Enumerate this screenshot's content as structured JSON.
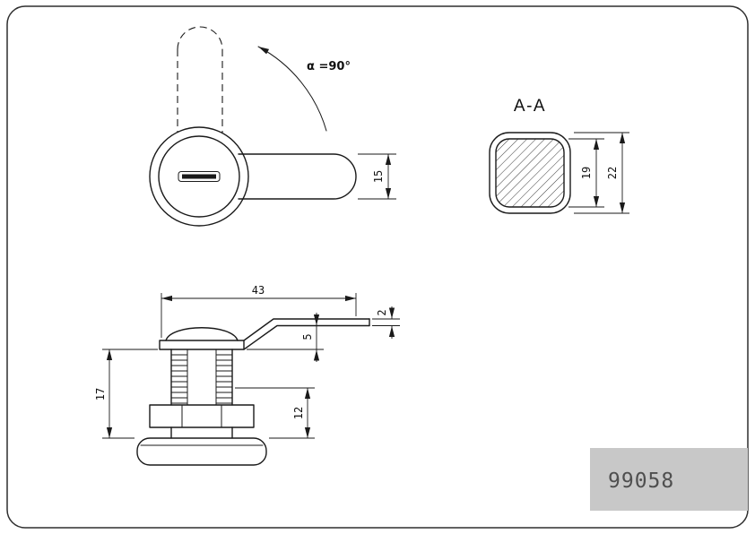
{
  "frame": {
    "background": "#ffffff",
    "border_color": "#2f2f2f"
  },
  "title_block": {
    "part_number": "99058",
    "bg": "#c8c8c8",
    "text_color": "#4f4f4f"
  },
  "front_view": {
    "angle_label": "α =90°",
    "dim_cam_width": "15"
  },
  "section_view": {
    "label": "A-A",
    "dim_core": "19",
    "dim_body": "22"
  },
  "side_view": {
    "dim_total_length": "43",
    "dim_body_height": "17",
    "dim_thread_length": "12",
    "dim_cam_offset": "5",
    "dim_cam_thickness": "2"
  }
}
